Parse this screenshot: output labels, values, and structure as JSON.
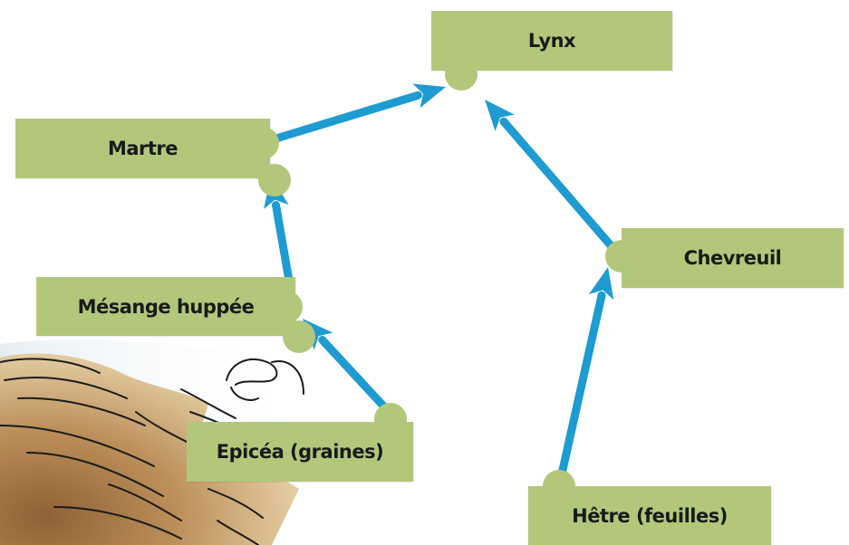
{
  "diagram": {
    "nodes": [
      {
        "id": "lynx",
        "label": "Lynx"
      },
      {
        "id": "martre",
        "label": "Martre"
      },
      {
        "id": "chevreuil",
        "label": "Chevreuil"
      },
      {
        "id": "mesange",
        "label": "Mésange huppée"
      },
      {
        "id": "epicea",
        "label": "Epicéa (graines)"
      },
      {
        "id": "hetre",
        "label": "Hêtre (feuilles)"
      }
    ],
    "edges": [
      {
        "from": "martre",
        "to": "lynx"
      },
      {
        "from": "chevreuil",
        "to": "lynx"
      },
      {
        "from": "mesange",
        "to": "martre"
      },
      {
        "from": "epicea",
        "to": "mesange"
      },
      {
        "from": "hetre",
        "to": "chevreuil"
      }
    ]
  },
  "colors": {
    "box": "#b3c77a",
    "arrow": "#1e9bd0",
    "text": "#1a1a1a"
  },
  "decorations": {
    "bottom_left_image": "sketch-illustration"
  }
}
